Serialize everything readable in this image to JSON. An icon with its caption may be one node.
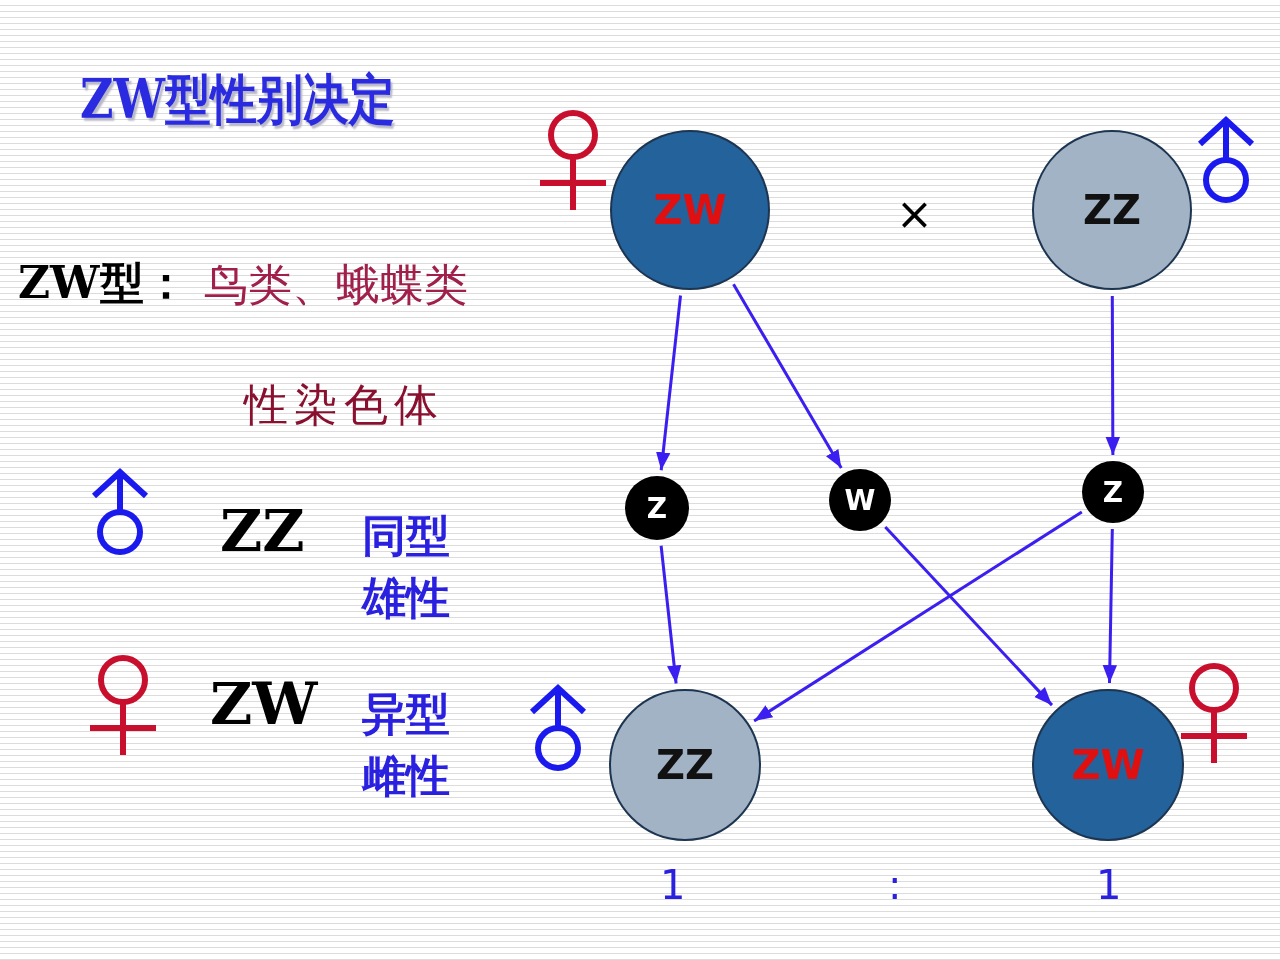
{
  "diagram": {
    "title": "ZW型性别决定",
    "nodes": [
      {
        "text": [
          "ZW"
        ]
      },
      {
        "text": [
          "ZZ"
        ]
      },
      {
        "text": [
          "Z"
        ]
      },
      {
        "text": [
          "W"
        ]
      },
      {
        "text": [
          "Z"
        ]
      },
      {
        "text": [
          "ZZ"
        ]
      },
      {
        "text": [
          "ZW"
        ]
      }
    ],
    "edges": [
      {
        "from": 0,
        "to": 2,
        "arrow": "to"
      },
      {
        "from": 0,
        "to": 3,
        "arrow": "to"
      },
      {
        "from": 1,
        "to": 4,
        "arrow": "to"
      },
      {
        "from": 2,
        "to": 5,
        "arrow": "to"
      },
      {
        "from": 4,
        "to": 5,
        "arrow": "to"
      },
      {
        "from": 3,
        "to": 6,
        "arrow": "to"
      },
      {
        "from": 4,
        "to": 6,
        "arrow": "to"
      }
    ],
    "labels": [
      "ZW型：",
      "鸟类、蛾蝶类",
      "性染色体",
      "ZZ",
      "同型雄性",
      "ZW",
      "异型雌性",
      "×",
      "1",
      ":",
      "1"
    ]
  }
}
